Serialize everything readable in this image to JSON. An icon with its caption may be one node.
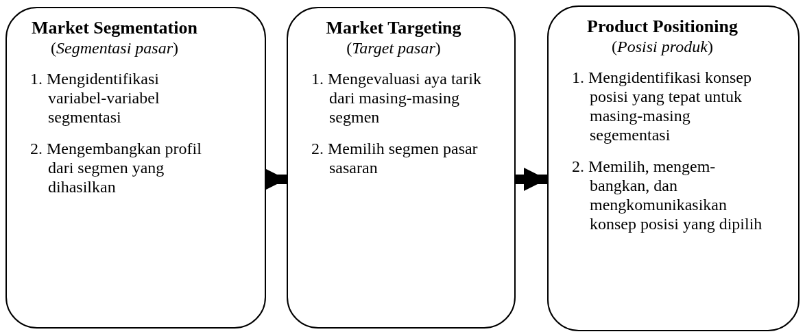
{
  "diagram": {
    "nodes": [
      {
        "text": [
          "Market Segmentation",
          "(*Segmentasi pasar*)",
          "1. Mengidentifikasi variabel-variabel segmentasi",
          "2. Mengembangkan profil dari segmen yang dihasilkan"
        ]
      },
      {
        "text": [
          "Market Targeting",
          "(*Target pasar*)",
          "1. Mengevaluasi aya tarik dari masing-masing segmen",
          "2. Memilih segmen pasar sasaran"
        ]
      },
      {
        "text": [
          "Product Positioning",
          "(*Posisi produk*)",
          "1. Mengidentifikasi konsep posisi yang tepat untuk masing-masing segementasi",
          "2. Memilih, mengem-bangkan, dan mengkomunikasikan konsep posisi yang dipilih"
        ]
      }
    ],
    "edges": [
      {
        "from": 0,
        "to": 1,
        "arrow": "to"
      },
      {
        "from": 1,
        "to": 2,
        "arrow": "to"
      }
    ]
  }
}
